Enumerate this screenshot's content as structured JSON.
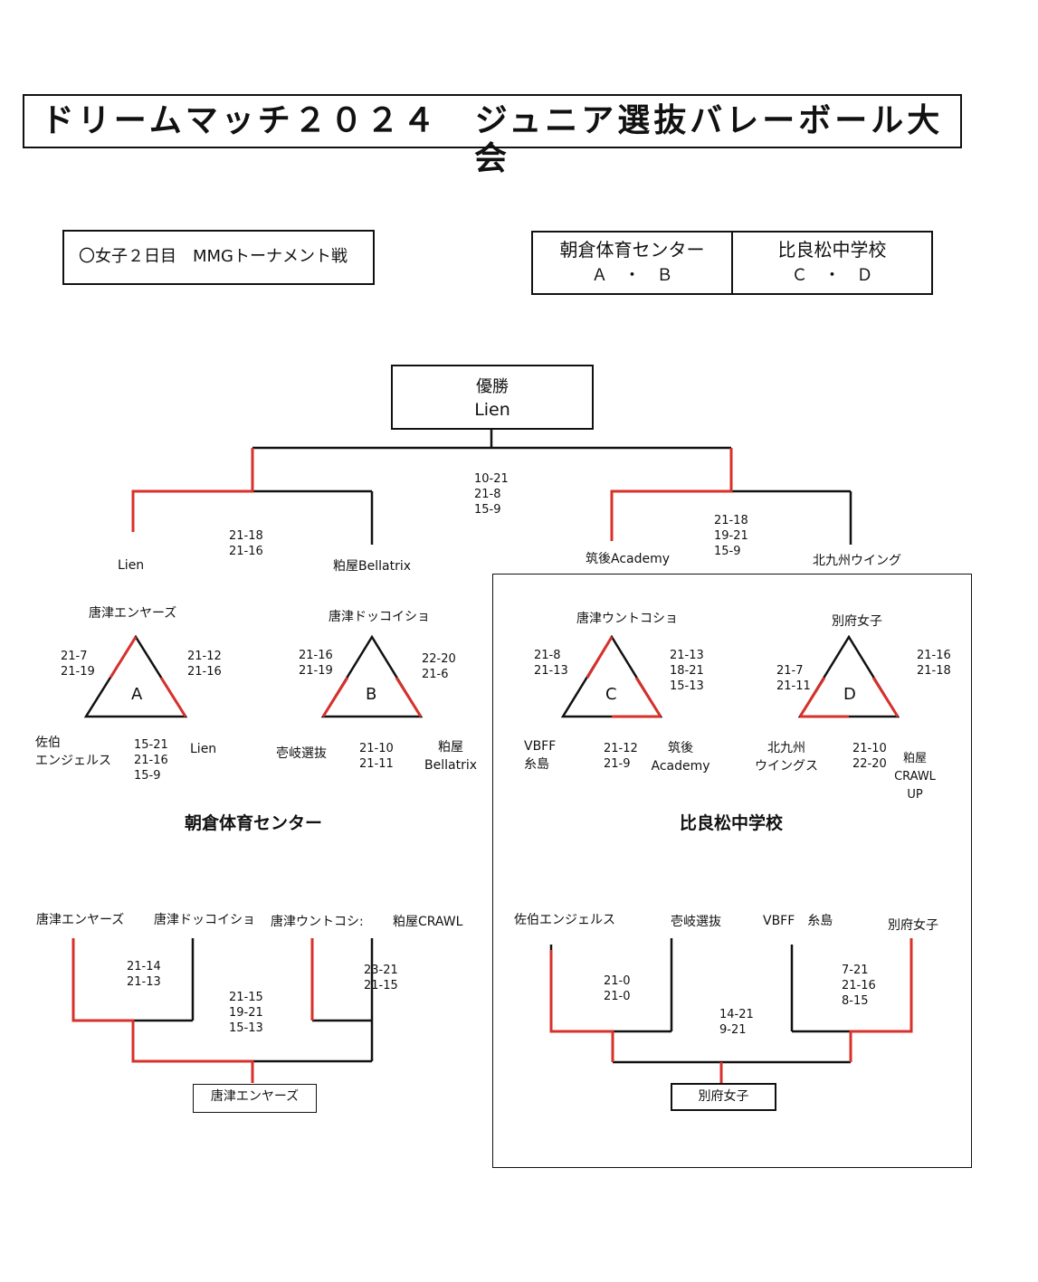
{
  "title": "ドリームマッチ２０２４　ジュニア選抜バレーボール大会",
  "subtitle": "〇女子２日目　MMGトーナメント戦",
  "venues": [
    {
      "name": "朝倉体育センター",
      "courts": "Ａ　・　Ｂ"
    },
    {
      "name": "比良松中学校",
      "courts": "Ｃ　・　Ｄ"
    }
  ],
  "champion": {
    "label": "優勝",
    "team": "Lien"
  },
  "colors": {
    "win_line": "#d8302a",
    "line": "#111111"
  },
  "final": {
    "score": [
      "10-21",
      "21-8",
      "15-9"
    ],
    "semi_left": {
      "teams": [
        "Lien",
        "粕屋Bellatrix"
      ],
      "score": [
        "21-18",
        "21-16"
      ]
    },
    "semi_right": {
      "teams": [
        "筑後Academy",
        "北九州ウイング"
      ],
      "score": [
        "21-18",
        "19-21",
        "15-9"
      ]
    }
  },
  "groups": {
    "A": {
      "letter": "A",
      "top": "唐津エンヤーズ",
      "bottom_left": [
        "佐伯",
        "エンジェルス"
      ],
      "bottom_right": "Lien",
      "left_score": [
        "21-7",
        "21-19"
      ],
      "right_score": [
        "21-12",
        "21-16"
      ],
      "bottom_score": [
        "15-21",
        "21-16",
        "15-9"
      ]
    },
    "B": {
      "letter": "B",
      "top": "唐津ドッコイショ",
      "bottom_left": "壱岐選抜",
      "bottom_right": [
        "粕屋",
        "Bellatrix"
      ],
      "left_score": [
        "21-16",
        "21-19"
      ],
      "right_score": [
        "22-20",
        "21-6"
      ],
      "bottom_score": [
        "21-10",
        "21-11"
      ]
    },
    "C": {
      "letter": "C",
      "top": "唐津ウントコショ",
      "bottom_left": [
        "VBFF",
        "糸島"
      ],
      "bottom_right": [
        "筑後",
        "Academy"
      ],
      "left_score": [
        "21-8",
        "21-13"
      ],
      "right_score": [
        "21-13",
        "18-21",
        "15-13"
      ],
      "bottom_score": [
        "21-12",
        "21-9"
      ]
    },
    "D": {
      "letter": "D",
      "top": "別府女子",
      "bottom_left": [
        "北九州",
        "ウイングス"
      ],
      "bottom_right": [
        "粕屋",
        "CRAWL",
        "UP"
      ],
      "left_score": [
        "21-7",
        "21-11"
      ],
      "right_score": [
        "21-16",
        "21-18"
      ],
      "bottom_score": [
        "21-10",
        "22-20"
      ]
    }
  },
  "venue_labels": {
    "left": "朝倉体育センター",
    "right": "比良松中学校"
  },
  "consolation_left": {
    "teams": [
      "唐津エンヤーズ",
      "唐津ドッコイショ",
      "唐津ウントコシ:",
      "粕屋CRAWL"
    ],
    "score_1": [
      "21-14",
      "21-13"
    ],
    "score_2": [
      "23-21",
      "21-15"
    ],
    "score_final": [
      "21-15",
      "19-21",
      "15-13"
    ],
    "winner": "唐津エンヤーズ"
  },
  "consolation_right": {
    "teams": [
      "佐伯エンジェルス",
      "壱岐選抜",
      "VBFF　糸島",
      "別府女子"
    ],
    "score_1": [
      "21-0",
      "21-0"
    ],
    "score_2": [
      "7-21",
      "21-16",
      "8-15"
    ],
    "score_final": [
      "14-21",
      "9-21"
    ],
    "winner": "別府女子"
  }
}
